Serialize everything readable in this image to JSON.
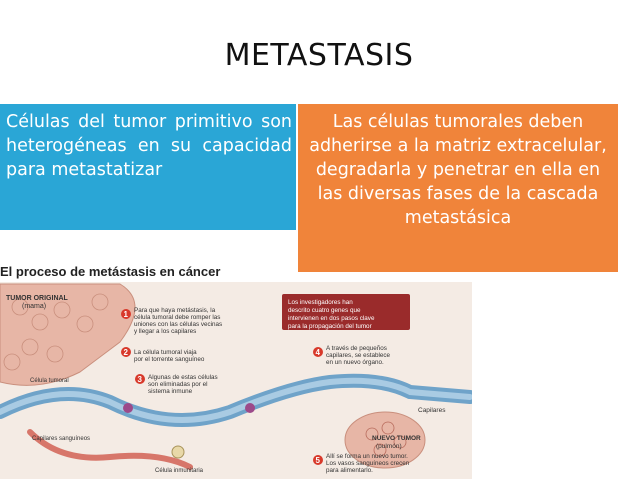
{
  "slide": {
    "title": "METASTASIS",
    "left_box": "Células del tumor primitivo son heterogéneas en su capacidad para metastatizar",
    "right_box": "Las células tumorales deben adherirse a la matriz extracelular, degradarla y penetrar en ella en las diversas fases de la cascada metastásica"
  },
  "figure": {
    "title": "El proceso de metástasis en cáncer",
    "labels": {
      "tumor_original": "TUMOR ORIGINAL",
      "mama": "(mama)",
      "celula_tumoral": "Célula tumoral",
      "capilares_sanguineos": "Capilares sanguíneos",
      "celula_inmunitaria": "Célula inmunitaria",
      "capilares": "Capilares",
      "nuevo_tumor": "NUEVO TUMOR",
      "pulmon": "(pulmón)"
    },
    "info_box": [
      "Los investigadores han",
      "descrito cuatro genes que",
      "intervienen en dos pasos clave",
      "para la propagación del tumor"
    ],
    "steps": [
      {
        "num": "1",
        "lines": [
          "Para que haya metástasis, la",
          "célula tumoral debe romper las",
          "uniones con las células vecinas",
          "y llegar a los capilares"
        ]
      },
      {
        "num": "2",
        "lines": [
          "La célula tumoral viaja",
          "por el torrente sanguíneo"
        ]
      },
      {
        "num": "3",
        "lines": [
          "Algunas de estas células",
          "son eliminadas por el",
          "sistema inmune"
        ]
      },
      {
        "num": "4",
        "lines": [
          "A través de pequeños",
          "capilares, se establece",
          "en un nuevo órgano."
        ]
      },
      {
        "num": "5",
        "lines": [
          "Allí se forma un nuevo tumor.",
          "Los vasos sanguíneos crecen",
          "para alimentarlo."
        ]
      }
    ]
  },
  "colors": {
    "blue_box": "#2aa6d6",
    "orange_box": "#f0843a",
    "step_badge": "#d8392b",
    "info_box": "#9a2b2b",
    "vessel": "#6fa3c9",
    "tissue": "#e7b6a6"
  }
}
